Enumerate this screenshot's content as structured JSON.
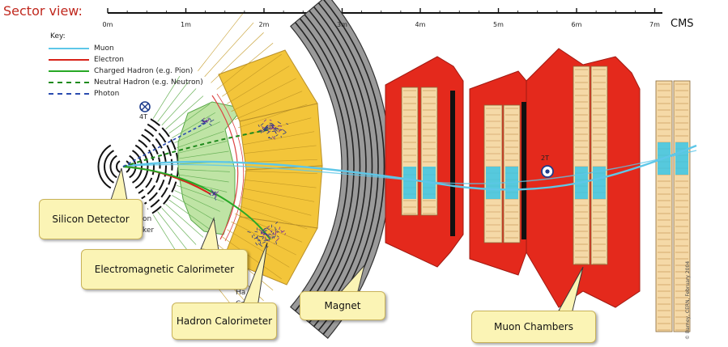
{
  "header": {
    "title": "Sector view:",
    "brand": "CMS"
  },
  "scale": {
    "ticks": [
      "0m",
      "1m",
      "2m",
      "3m",
      "4m",
      "5m",
      "6m",
      "7m"
    ]
  },
  "key": {
    "title": "Key:",
    "items": [
      {
        "label": "Muon",
        "color": "#5ec7e8",
        "style": "solid"
      },
      {
        "label": "Electron",
        "color": "#d8231a",
        "style": "solid"
      },
      {
        "label": "Charged Hadron (e.g. Pion)",
        "color": "#28a826",
        "style": "solid"
      },
      {
        "label": "Neutral Hadron (e.g. Neutron)",
        "color": "#1e8a1c",
        "style": "dashed"
      },
      {
        "label": "Photon",
        "color": "#2a4cb0",
        "style": "dashed"
      }
    ]
  },
  "fields": {
    "inner": "4T",
    "outer": "2T"
  },
  "callouts": {
    "silicon": "Silicon Detector",
    "ecal": "Electromagnetic Calorimeter",
    "hcal": "Hadron Calorimeter",
    "magnet": "Magnet",
    "muon": "Muon Chambers"
  },
  "clipped_text": {
    "silicon_a": "on",
    "silicon_b": "ker",
    "hcal_a": "Ha",
    "hcal_b": "Ca"
  },
  "credit": "© Barney, CERN, February 2004",
  "colors": {
    "title": "#c0281e",
    "hcal_fill": "#f3c53a",
    "ecal_fill": "#bfe4a5",
    "magnet_fill": "#9a9a9a",
    "muon_fill": "#e4291c",
    "chamber_fill": "#f5d9a7",
    "chamber_accent": "#39c6e6",
    "callout_fill": "#fbf4b5"
  }
}
